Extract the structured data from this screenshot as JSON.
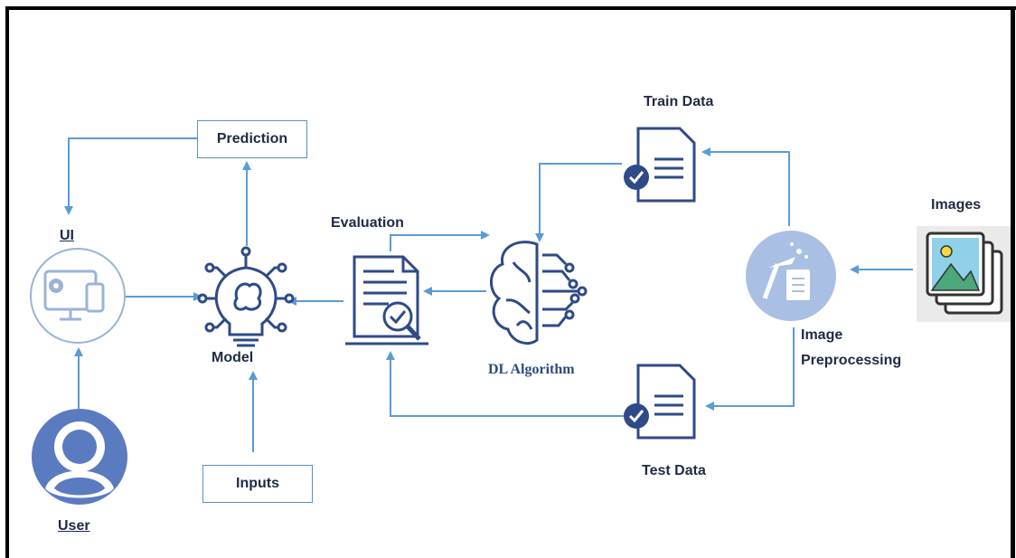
{
  "labels": {
    "prediction": "Prediction",
    "ui": "UI",
    "model": "Model",
    "inputs": "Inputs",
    "user": "User",
    "evaluation": "Evaluation",
    "dl_algorithm": "DL Algorithm",
    "train_data": "Train Data",
    "test_data": "Test Data",
    "images": "Images",
    "image_preprocessing_line1": "Image",
    "image_preprocessing_line2": "Preprocessing"
  },
  "colors": {
    "arrow": "#5b9bd5",
    "icon_dark": "#2e4a87",
    "icon_light": "#9bb3d9",
    "user_fill": "#5b7bc0",
    "text": "#1f2a44"
  },
  "icons": [
    "settings-devices-icon",
    "lightbulb-brain-icon",
    "document-evaluation-icon",
    "brain-circuit-icon",
    "document-check-icon",
    "preprocessing-icon",
    "image-stack-icon",
    "user-avatar-icon"
  ]
}
